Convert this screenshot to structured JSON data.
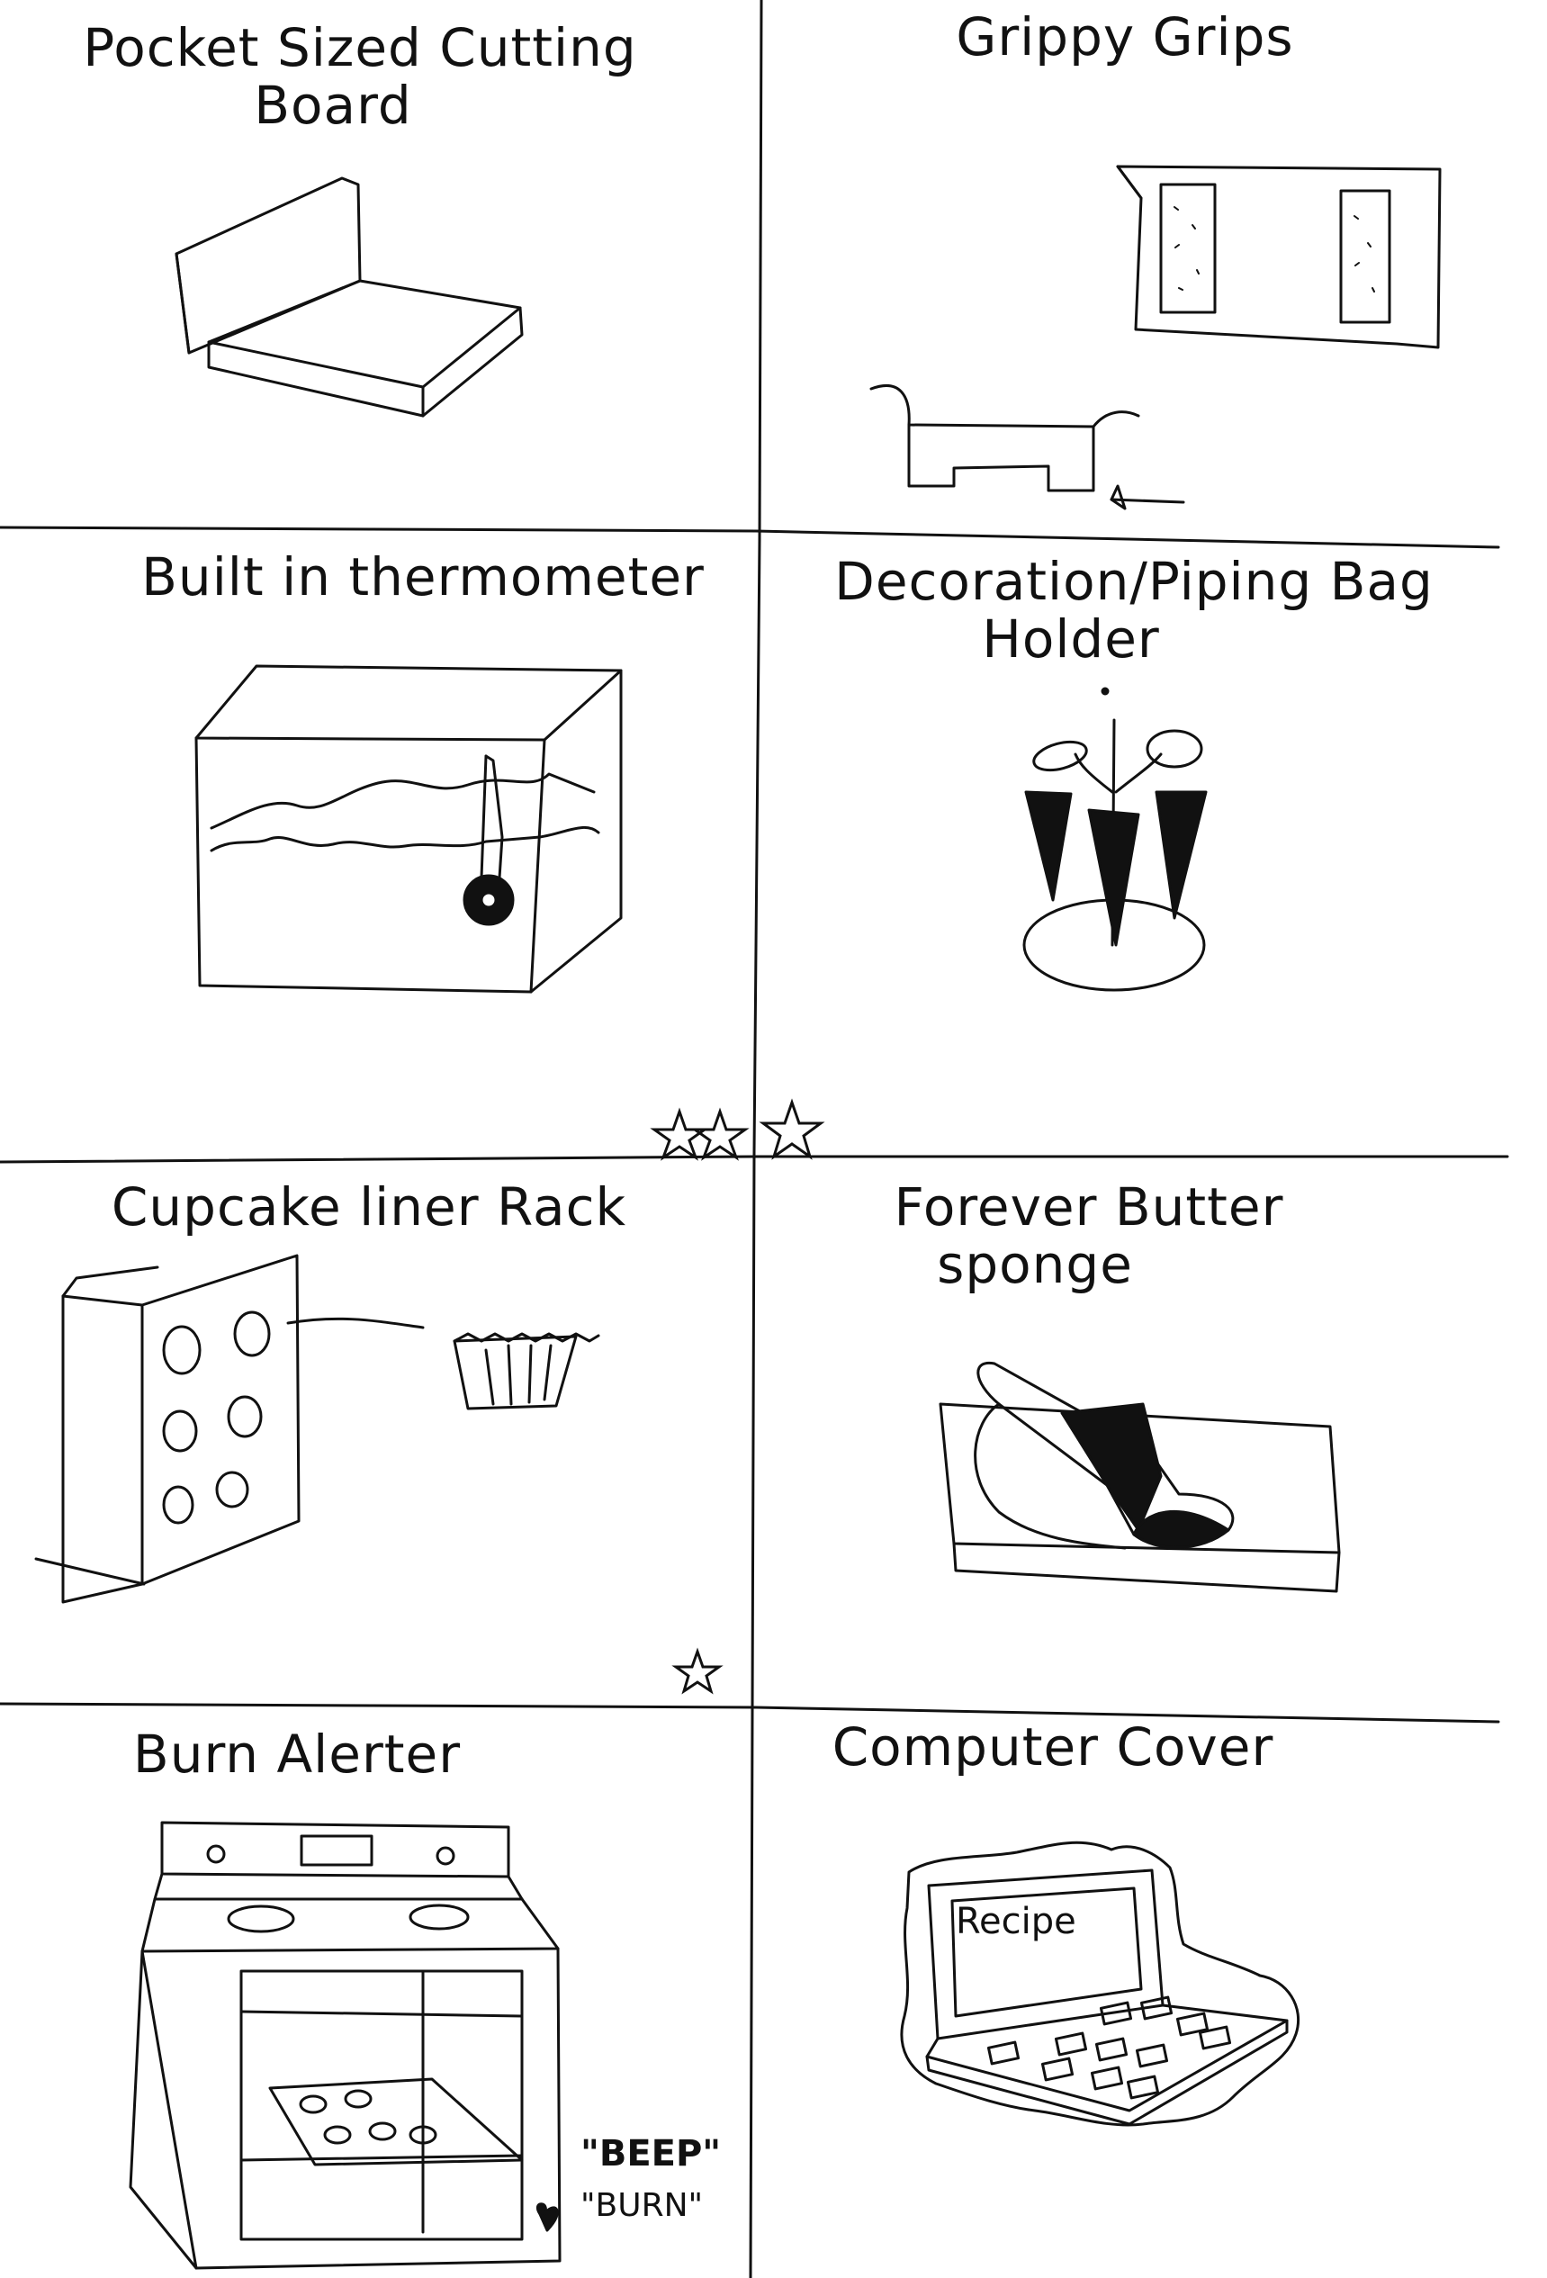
{
  "cells": [
    {
      "id": "cutting-board",
      "title_line1": "Pocket Sized Cutting",
      "title_line2": "Board"
    },
    {
      "id": "grippy-grips",
      "title_line1": "Grippy Grips",
      "title_line2": ""
    },
    {
      "id": "thermometer",
      "title_line1": "Built in thermometer",
      "title_line2": ""
    },
    {
      "id": "piping-bag",
      "title_line1": "Decoration/Piping Bag",
      "title_line2": "Holder"
    },
    {
      "id": "cupcake-rack",
      "title_line1": "Cupcake liner Rack",
      "title_line2": ""
    },
    {
      "id": "butter-sponge",
      "title_line1": "Forever Butter",
      "title_line2": "sponge"
    },
    {
      "id": "burn-alerter",
      "title_line1": "Burn Alerter",
      "title_line2": ""
    },
    {
      "id": "computer-cover",
      "title_line1": "Computer Cover",
      "title_line2": ""
    }
  ],
  "labels": {
    "recipe": "Recipe",
    "beep": "\"BEEP\"",
    "burn": "\"BURN\""
  },
  "stroke_color": "#111111",
  "background_color": "#ffffff"
}
